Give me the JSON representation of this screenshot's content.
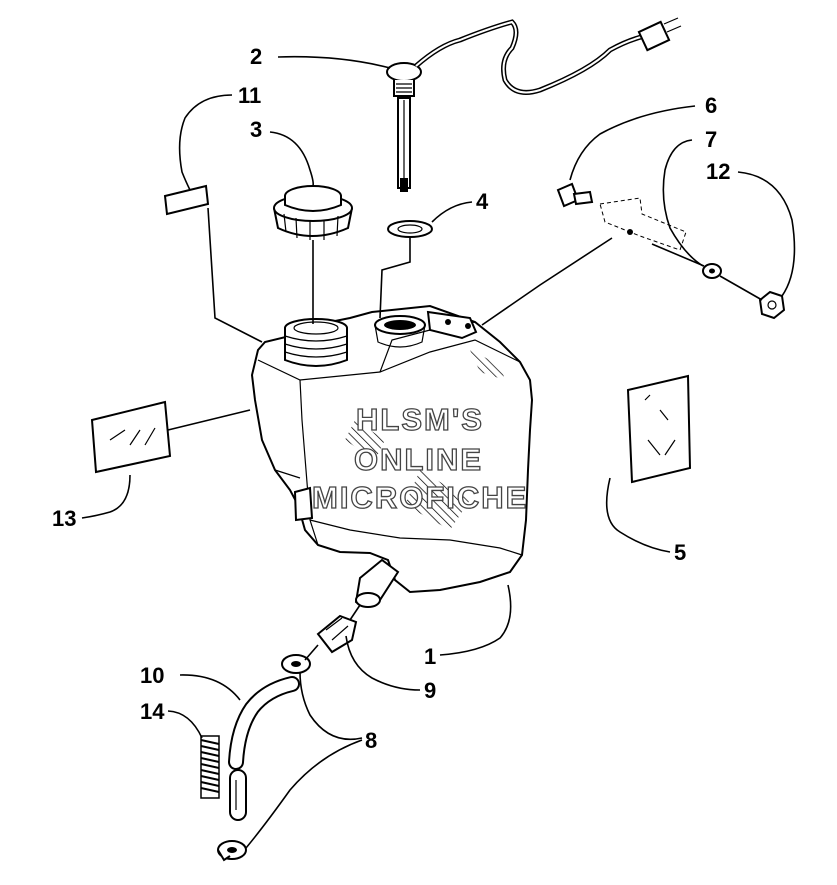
{
  "callouts": [
    "1",
    "2",
    "3",
    "4",
    "5",
    "6",
    "7",
    "8",
    "9",
    "10",
    "11",
    "12",
    "13",
    "14"
  ],
  "watermark": {
    "line1": "HLSM'S",
    "line2": "ONLINE",
    "line3": "MICROFICHE"
  },
  "colors": {
    "ink": "#000000",
    "paper": "#ffffff",
    "watermark_outline": "#444444"
  }
}
